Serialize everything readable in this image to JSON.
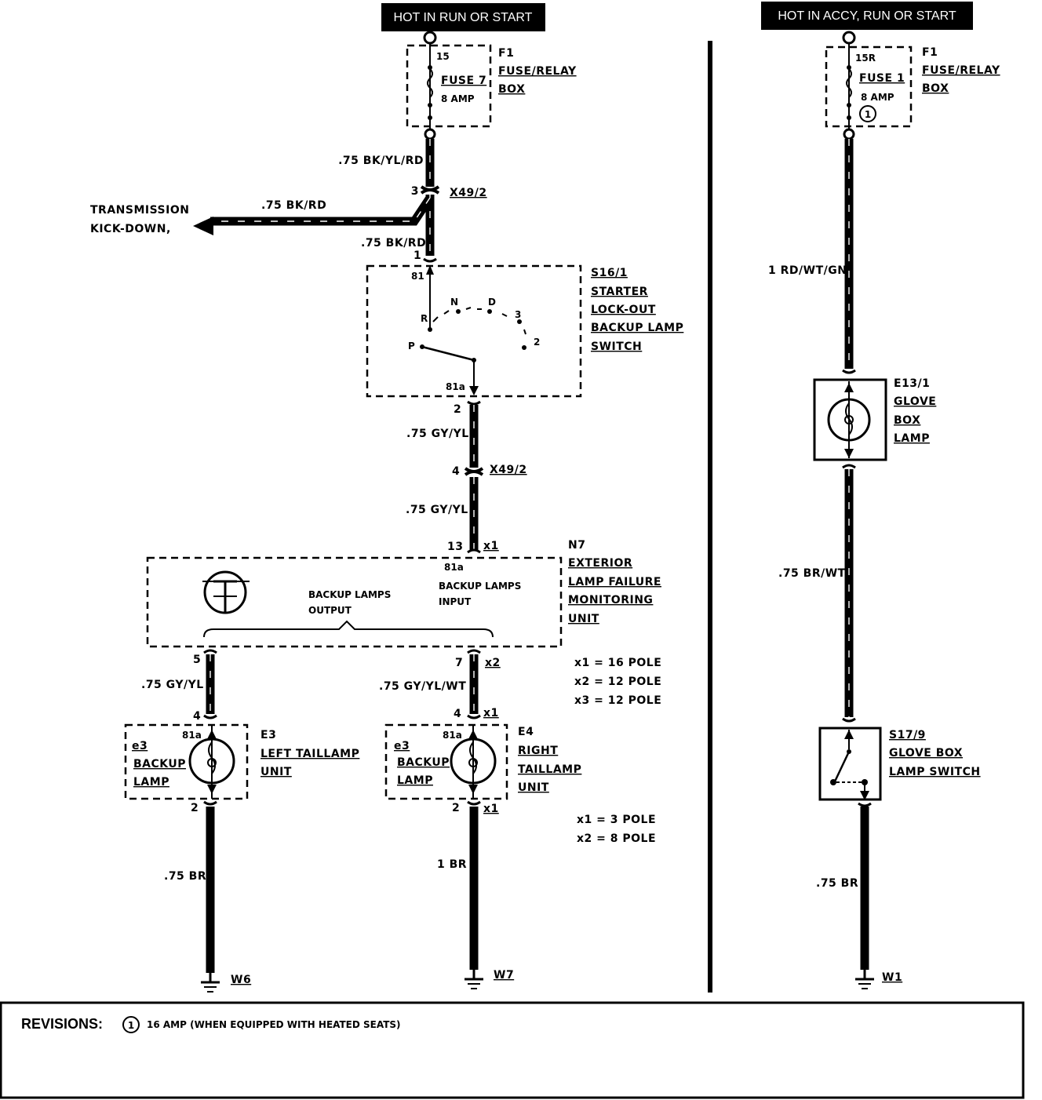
{
  "headers": {
    "left": "HOT IN RUN OR START",
    "right": "HOT IN ACCY, RUN OR START"
  },
  "fuse7": {
    "pin": "15",
    "name": "FUSE 7",
    "rating": "8 AMP"
  },
  "fuse1": {
    "pin": "15R",
    "name": "FUSE 1",
    "rating": "8 AMP",
    "revision_mark": "1"
  },
  "f1_left": [
    "F1",
    "FUSE/RELAY",
    "BOX"
  ],
  "f1_right": [
    "F1",
    "FUSE/RELAY",
    "BOX"
  ],
  "wires": {
    "w_bkylrd": ".75 BK/YL/RD",
    "w_bkrd_branch": ".75 BK/RD",
    "w_bkrd": ".75 BK/RD",
    "w_gyyl_1": ".75 GY/YL",
    "w_gyyl_2": ".75 GY/YL",
    "w_gyyl_3": ".75 GY/YL",
    "w_gyylwt": ".75 GY/YL/WT",
    "w_br_left": ".75 BR",
    "w_br_mid": "1 BR",
    "w_rdwtgn": "1 RD/WT/GN",
    "w_brwt": ".75 BR/WT",
    "w_br_right": ".75 BR"
  },
  "connectors": {
    "x49_top": "X49/2",
    "x49_mid": "X49/2",
    "x1_n7": "x1",
    "x2_n7": "x2",
    "x1_e4_top": "x1",
    "x1_e4_bot": "x1"
  },
  "pins": {
    "p3": "3",
    "p1": "1",
    "p81": "81",
    "p81a_sw": "81a",
    "p2": "2",
    "p4": "4",
    "p13": "13",
    "p81a_n7": "81a",
    "p5": "5",
    "p7": "7",
    "p4_left": "4",
    "p81a_left": "81a",
    "p2_left": "2",
    "p4_right": "4",
    "p81a_right": "81a",
    "p2_right": "2"
  },
  "transmission": [
    "TRANSMISSION",
    "KICK-DOWN,"
  ],
  "switch_s16": [
    "S16/1",
    "STARTER",
    "LOCK-OUT",
    "BACKUP LAMP",
    "SWITCH"
  ],
  "gears": {
    "R": "R",
    "N": "N",
    "D": "D",
    "g3": "3",
    "g2": "2",
    "P": "P"
  },
  "n7": [
    "N7",
    "EXTERIOR",
    "LAMP FAILURE",
    "MONITORING",
    "UNIT"
  ],
  "n7_output": [
    "BACKUP LAMPS",
    "OUTPUT"
  ],
  "n7_input": [
    "BACKUP LAMPS",
    "INPUT"
  ],
  "pole_notes_1": [
    "x1 = 16 POLE",
    "x2 = 12 POLE",
    "x3 = 12 POLE"
  ],
  "pole_notes_2": [
    "x1 = 3 POLE",
    "x2 = 8 POLE"
  ],
  "e3_left": {
    "code": "e3",
    "lines": [
      "BACKUP",
      "LAMP"
    ],
    "unit": [
      "E3",
      "LEFT TAILLAMP",
      "UNIT"
    ]
  },
  "e3_right": {
    "code": "e3",
    "lines": [
      "BACKUP",
      "LAMP"
    ],
    "unit": [
      "E4",
      "RIGHT",
      "TAILLAMP",
      "UNIT"
    ]
  },
  "e13": [
    "E13/1",
    "GLOVE",
    "BOX",
    "LAMP"
  ],
  "s17": [
    "S17/9",
    "GLOVE BOX",
    "LAMP SWITCH"
  ],
  "grounds": {
    "w6": "W6",
    "w7": "W7",
    "w1": "W1"
  },
  "revisions": {
    "title": "REVISIONS:",
    "mark": "1",
    "note": "16 AMP (WHEN EQUIPPED WITH HEATED SEATS)"
  }
}
